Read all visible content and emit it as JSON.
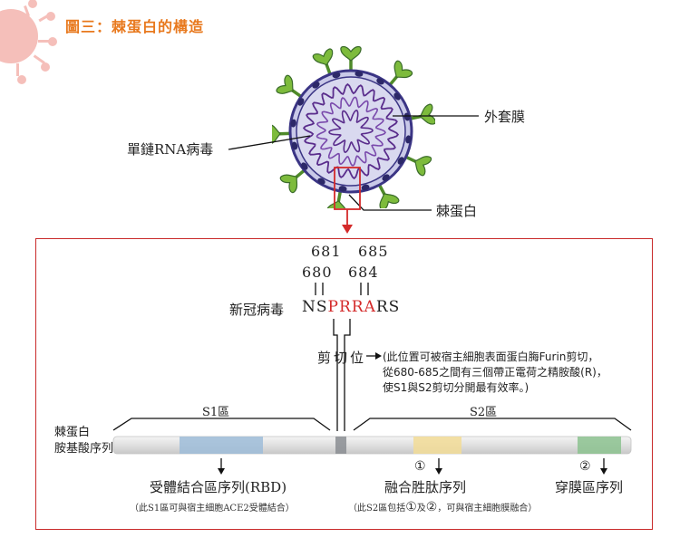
{
  "title": "圖三：棘蛋白的構造",
  "virus_labels": {
    "envelope": "外套膜",
    "rna": "單鏈RNA病毒",
    "spike": "棘蛋白"
  },
  "positions": {
    "top_left": "681",
    "top_right": "685",
    "bottom_left": "680",
    "bottom_right": "684"
  },
  "sequence": {
    "label": "新冠病毒",
    "prefix": "NS",
    "highlight": "PRRA",
    "suffix": "RS"
  },
  "cleavage": {
    "label": "剪切位",
    "arrow": "→",
    "note_lines": [
      "(此位置可被宿主細胞表面蛋白脢Furin剪切，",
      "從680-685之間有三個帶正電荷之精胺酸(R)，",
      "使S1與S2剪切分開最有效率。)"
    ]
  },
  "bar": {
    "label_line1": "棘蛋白",
    "label_line2": "胺基酸序列",
    "s1": "S1區",
    "s2": "S2區",
    "colors": {
      "rbd": "#9dbcd8",
      "cleavage": "#8a8d92",
      "fusion": "#f2dc96",
      "transmembrane": "#8cc28f"
    }
  },
  "annotations": {
    "rbd_label": "受體結合區序列(RBD)",
    "rbd_note": "（此S1區可與宿主細胞ACE2受體結合）",
    "fusion_marker": "①",
    "fusion_label": "融合胜肽序列",
    "s2_note_pre": "（此S2區包括",
    "s2_note_m1": "①",
    "s2_note_mid": "及",
    "s2_note_m2": "②",
    "s2_note_post": "，可與宿主細胞膜融合）",
    "tm_marker": "②",
    "tm_label": "穿膜區序列"
  }
}
